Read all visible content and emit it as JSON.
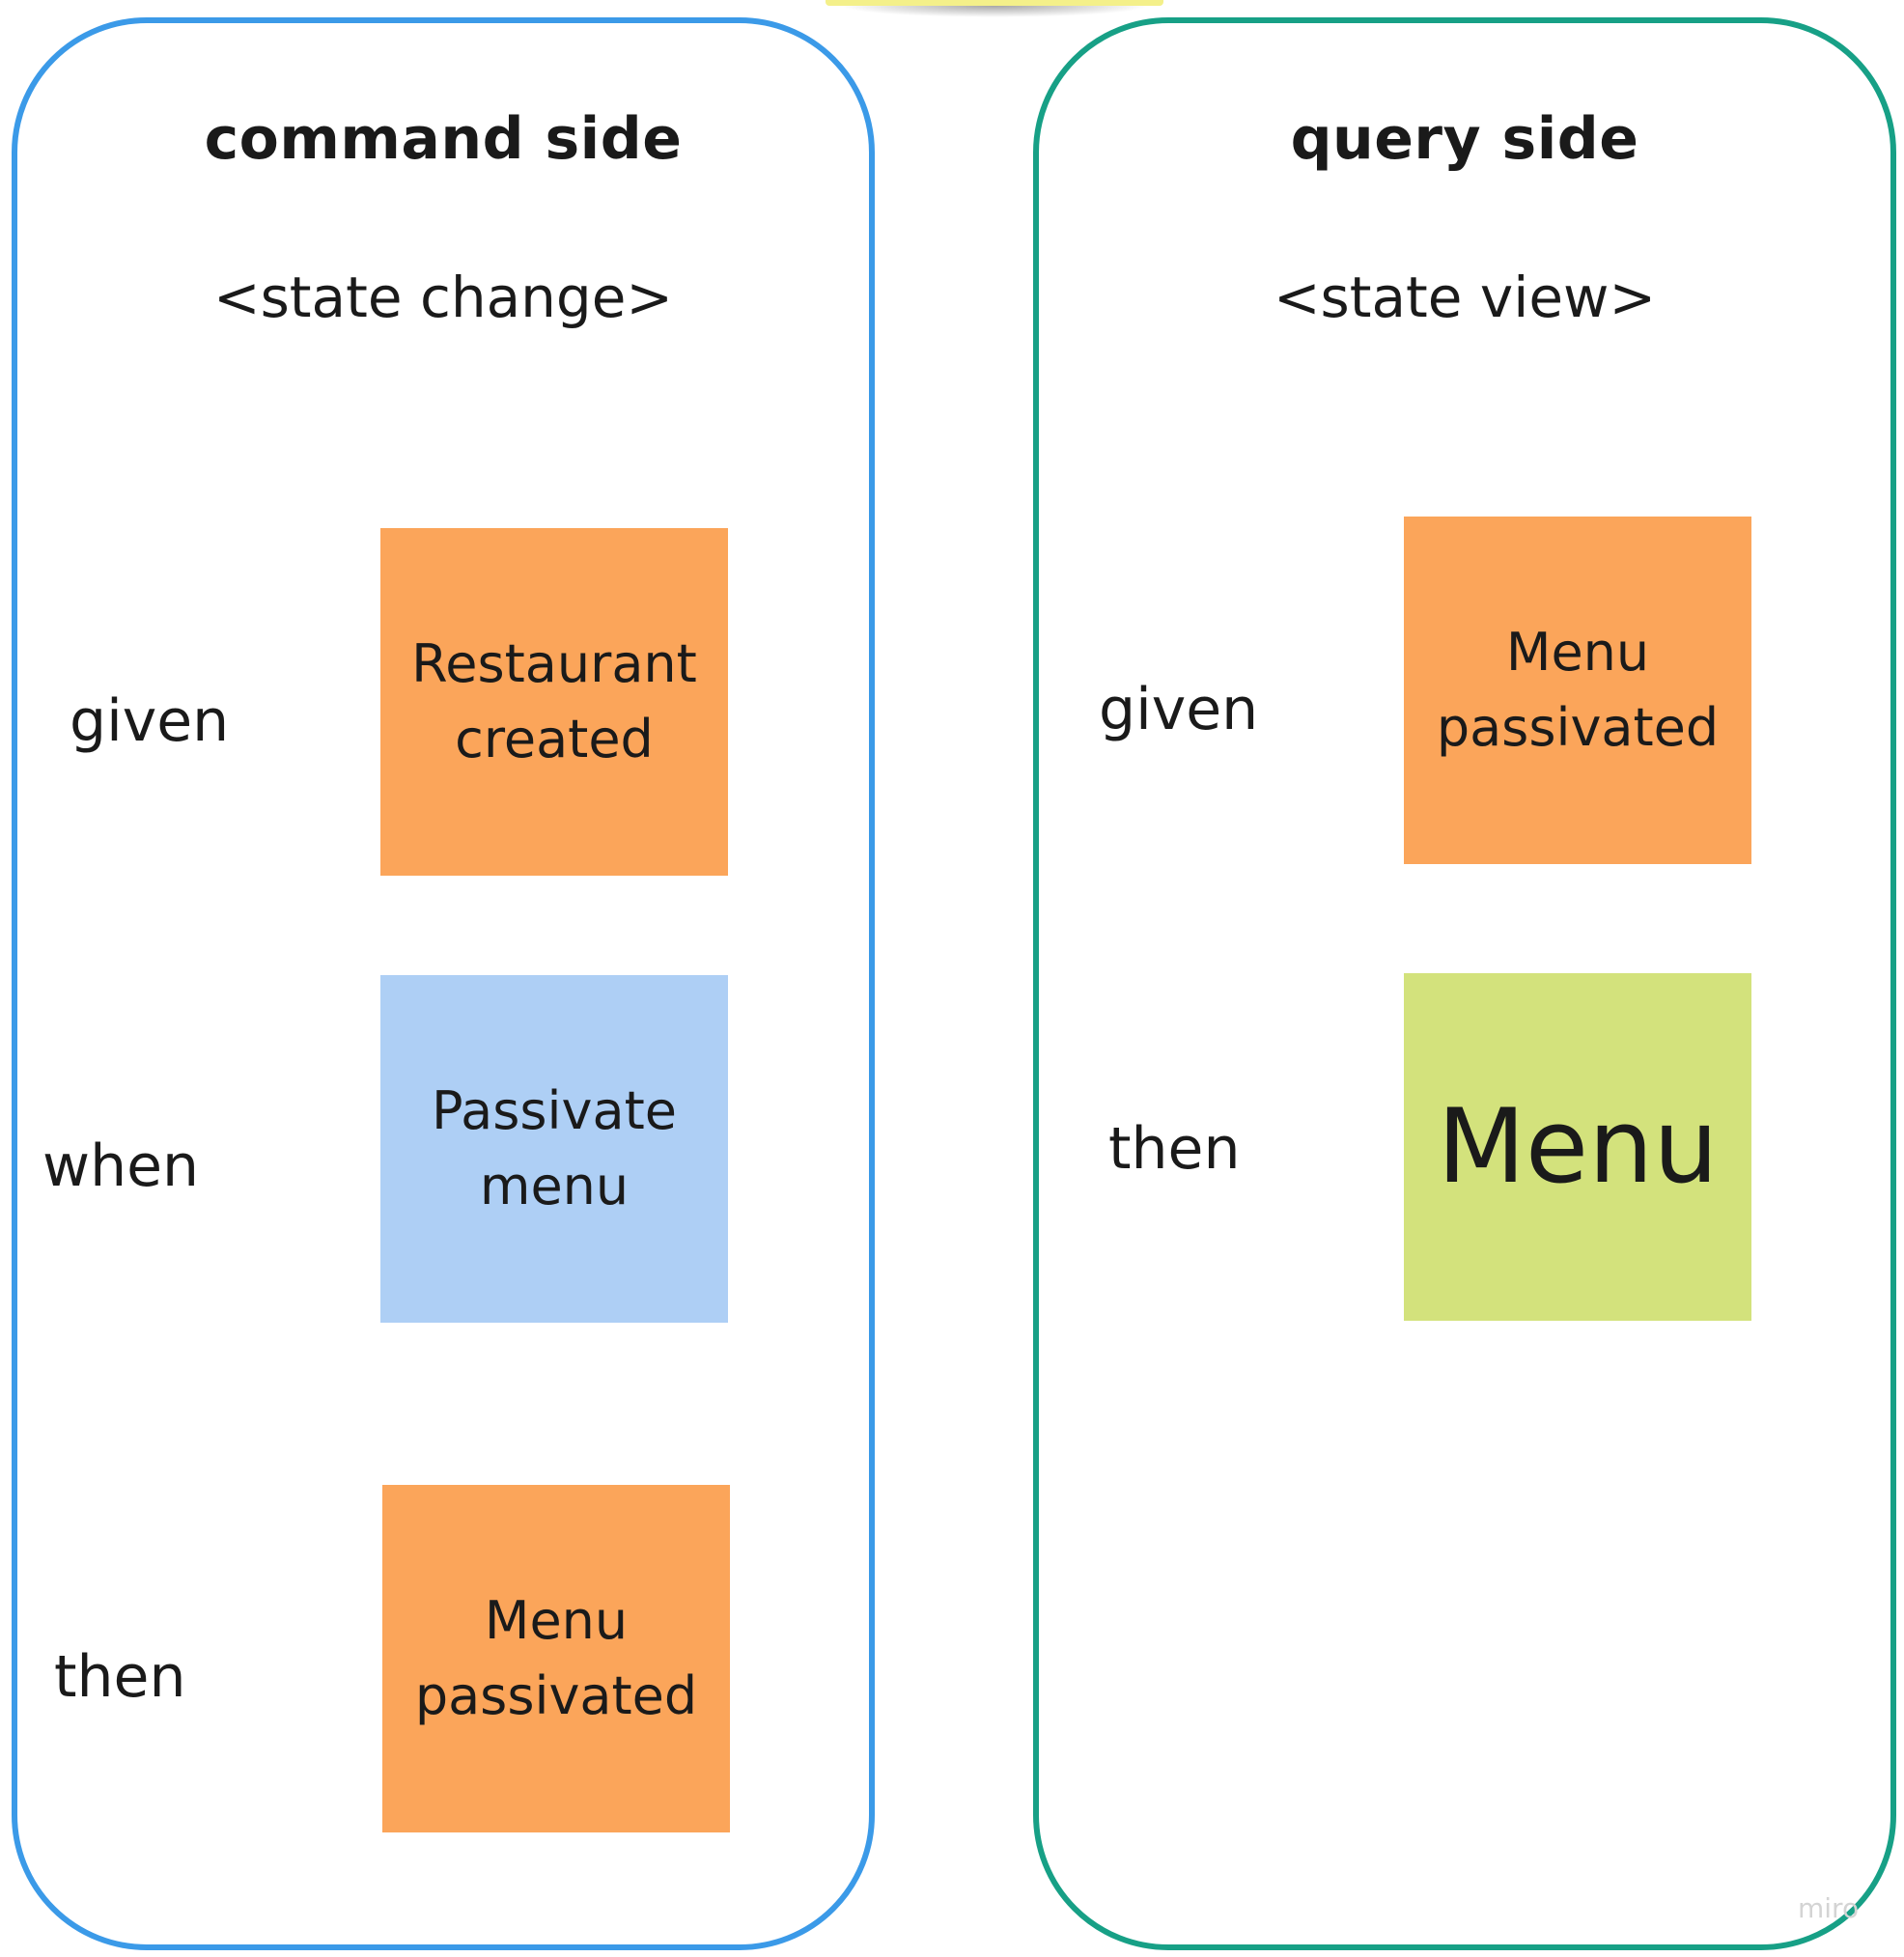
{
  "colors": {
    "command_frame": "#3b9ae8",
    "query_frame": "#17a086",
    "sticky_orange": "#fba55a",
    "sticky_blue": "#aecff5",
    "sticky_green": "#d3e27c",
    "top_hint": "#f4f08a"
  },
  "command_side": {
    "title": "command side",
    "subtitle": "<state change>",
    "rows": [
      {
        "label": "given",
        "sticky": {
          "text": "Restaurant\ncreated",
          "color": "orange"
        }
      },
      {
        "label": "when",
        "sticky": {
          "text": "Passivate\nmenu",
          "color": "blue"
        }
      },
      {
        "label": "then",
        "sticky": {
          "text": "Menu\npassivated",
          "color": "orange"
        }
      }
    ]
  },
  "query_side": {
    "title": "query side",
    "subtitle": "<state view>",
    "rows": [
      {
        "label": "given",
        "sticky": {
          "text": "Menu\npassivated",
          "color": "orange"
        }
      },
      {
        "label": "then",
        "sticky": {
          "text": "Menu",
          "color": "green"
        }
      }
    ]
  },
  "watermark": "miro"
}
